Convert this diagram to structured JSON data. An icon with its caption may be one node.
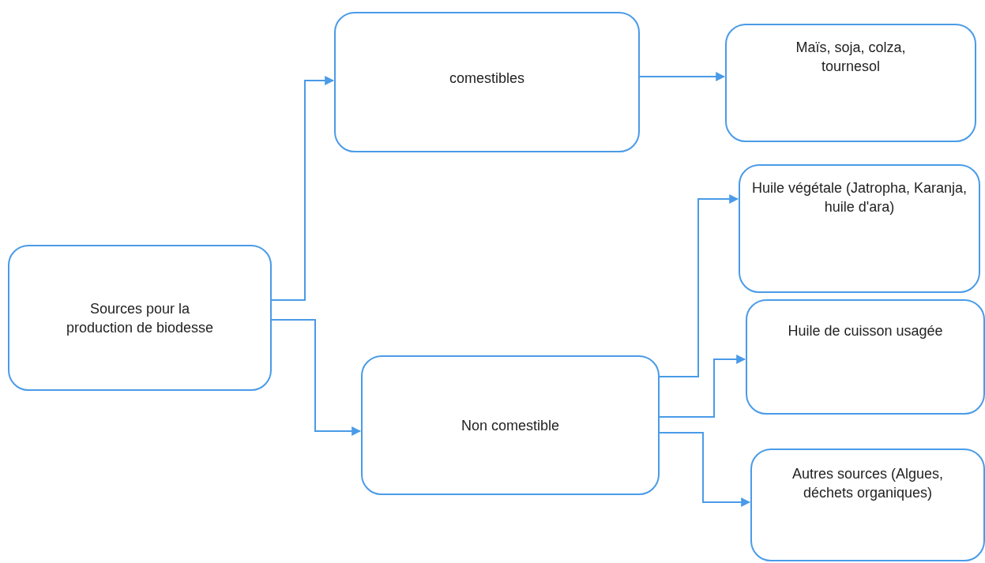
{
  "diagram": {
    "nodes": [
      {
        "text": [
          "Sources pour la production de biodesse"
        ]
      },
      {
        "text": [
          "comestibles"
        ]
      },
      {
        "text": [
          "Maïs, soja, colza, tournesol"
        ]
      },
      {
        "text": [
          "Non comestible"
        ]
      },
      {
        "text": [
          "Huile végétale (Jatropha, Karanja, huile d'ara)"
        ]
      },
      {
        "text": [
          "Huile de cuisson usagée"
        ]
      },
      {
        "text": [
          "Autres sources (Algues, déchets organiques)"
        ]
      }
    ],
    "edges": [
      {
        "from": 0,
        "to": 1,
        "arrow": "to"
      },
      {
        "from": 0,
        "to": 3,
        "arrow": "to"
      },
      {
        "from": 1,
        "to": 2,
        "arrow": "to"
      },
      {
        "from": 3,
        "to": 4,
        "arrow": "to"
      },
      {
        "from": 3,
        "to": 5,
        "arrow": "to"
      },
      {
        "from": 3,
        "to": 6,
        "arrow": "to"
      }
    ]
  }
}
